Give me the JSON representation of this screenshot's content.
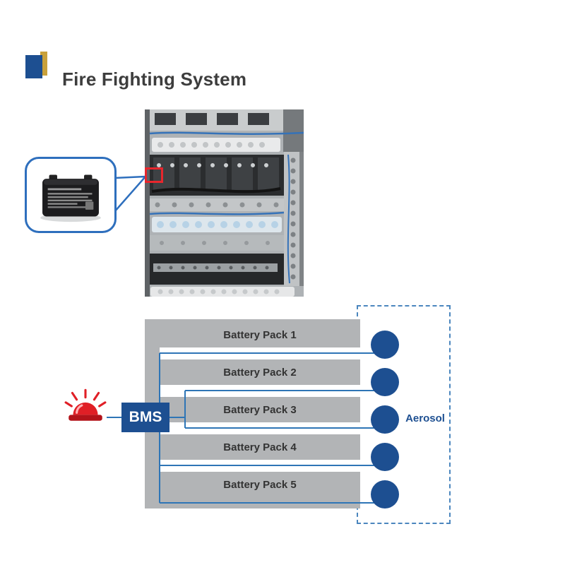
{
  "header": {
    "title": "Fire Fighting System"
  },
  "diagram": {
    "bms": {
      "label": "BMS"
    },
    "aerosol": {
      "label": "Aerosol"
    },
    "battery_packs": [
      {
        "label": "Battery Pack 1"
      },
      {
        "label": "Battery Pack 2"
      },
      {
        "label": "Battery Pack 3"
      },
      {
        "label": "Battery Pack 4"
      },
      {
        "label": "Battery Pack 5"
      }
    ]
  },
  "icons": {
    "alarm_siren": "alarm-siren-icon",
    "aerosol_unit": "aerosol-unit-circle",
    "device_photo": "aerosol-device-photo",
    "cabinet_photo": "battery-cabinet-photo"
  },
  "colors": {
    "primary_blue": "#1d4f91",
    "line_blue": "#2e75b6",
    "callout_blue": "#2e6fbd",
    "accent_gold": "#c9a13b",
    "alarm_red": "#e01f26",
    "highlight_red": "#e8262d",
    "rack_gray": "#b2b4b6",
    "dashed_blue": "#4b86be",
    "title_gray": "#3d3d3d"
  }
}
